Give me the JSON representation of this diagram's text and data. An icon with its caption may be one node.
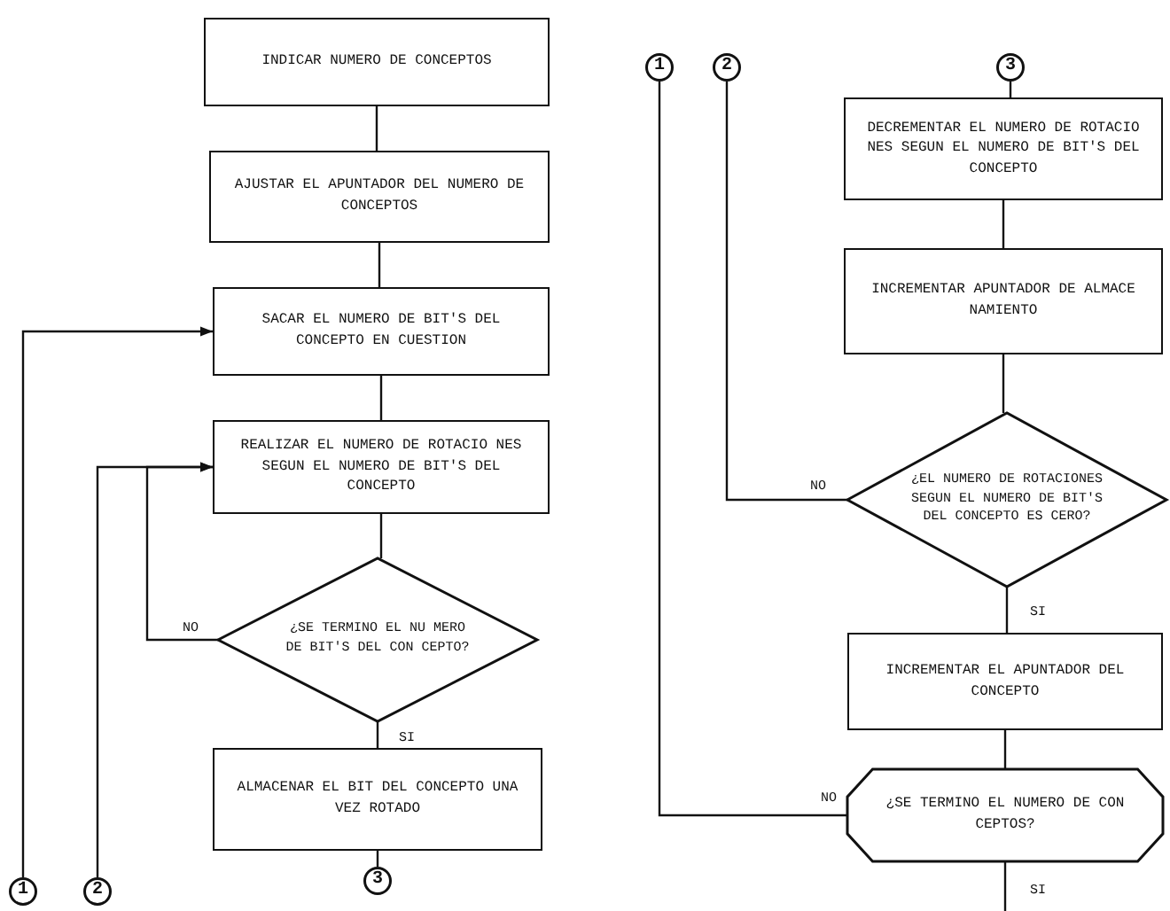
{
  "diagram": {
    "nodes": [
      {
        "text": [
          "INDICAR NUMERO DE CONCEPTOS"
        ]
      },
      {
        "text": [
          "AJUSTAR EL APUNTADOR DEL NUMERO DE CONCEPTOS"
        ]
      },
      {
        "text": [
          "SACAR EL NUMERO DE BIT'S DEL CONCEPTO EN CUESTION"
        ]
      },
      {
        "text": [
          "REALIZAR EL NUMERO DE ROTACIO NES SEGUN EL NUMERO DE BIT'S DEL CONCEPTO"
        ]
      },
      {
        "text": [
          "¿SE TERMINO EL NU MERO DE BIT'S DEL CON CEPTO?"
        ]
      },
      {
        "text": [
          "ALMACENAR EL BIT DEL CONCEPTO UNA VEZ ROTADO"
        ]
      },
      {
        "text": [
          "1"
        ]
      },
      {
        "text": [
          "2"
        ]
      },
      {
        "text": [
          "3"
        ]
      },
      {
        "text": [
          "1"
        ]
      },
      {
        "text": [
          "2"
        ]
      },
      {
        "text": [
          "3"
        ]
      },
      {
        "text": [
          "DECREMENTAR EL NUMERO DE ROTACIO NES SEGUN EL NUMERO DE BIT'S DEL CONCEPTO"
        ]
      },
      {
        "text": [
          "INCREMENTAR APUNTADOR DE ALMACE NAMIENTO"
        ]
      },
      {
        "text": [
          "¿EL NUMERO DE ROTACIONES SEGUN EL NUMERO DE BIT'S DEL CONCEPTO ES CERO?"
        ]
      },
      {
        "text": [
          "INCREMENTAR EL APUNTADOR DEL CONCEPTO"
        ]
      },
      {
        "text": [
          "¿SE TERMINO EL NUMERO DE CON CEPTOS?"
        ]
      }
    ],
    "edges": [
      {
        "from": 0,
        "to": 1,
        "arrow": "none"
      },
      {
        "from": 1,
        "to": 2,
        "arrow": "none"
      },
      {
        "from": 2,
        "to": 3,
        "arrow": "none"
      },
      {
        "from": 3,
        "to": 4,
        "arrow": "none"
      },
      {
        "from": 4,
        "to": 3,
        "arrow": "to",
        "label": "NO"
      },
      {
        "from": 4,
        "to": 5,
        "arrow": "none",
        "label": "SI"
      },
      {
        "from": 5,
        "to": 8,
        "arrow": "none"
      },
      {
        "from": 6,
        "to": 2,
        "arrow": "to"
      },
      {
        "from": 7,
        "to": 3,
        "arrow": "to"
      },
      {
        "from": 11,
        "to": 12,
        "arrow": "none"
      },
      {
        "from": 12,
        "to": 13,
        "arrow": "none"
      },
      {
        "from": 13,
        "to": 14,
        "arrow": "none"
      },
      {
        "from": 14,
        "to": 10,
        "arrow": "none",
        "label": "NO"
      },
      {
        "from": 14,
        "to": 15,
        "arrow": "none",
        "label": "SI"
      },
      {
        "from": 15,
        "to": 16,
        "arrow": "none"
      },
      {
        "from": 16,
        "to": 9,
        "arrow": "none",
        "label": "NO"
      },
      {
        "from": 16,
        "to": null,
        "arrow": "none",
        "label": "SI"
      }
    ]
  }
}
